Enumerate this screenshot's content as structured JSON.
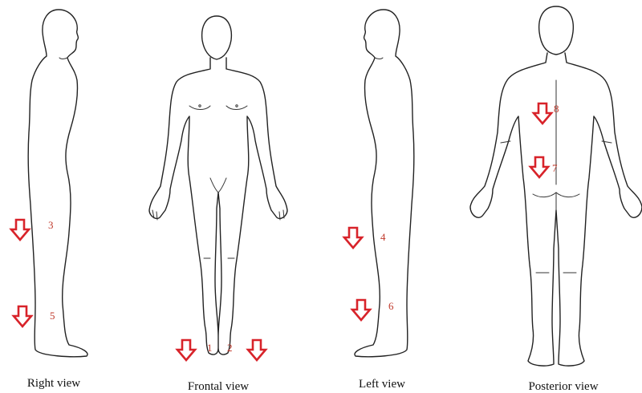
{
  "colors": {
    "arrow": "#d8232a",
    "marker_text": "#c0392b",
    "outline": "#222222"
  },
  "views": [
    {
      "id": "right",
      "caption": "Right view"
    },
    {
      "id": "frontal",
      "caption": "Frontal view"
    },
    {
      "id": "left",
      "caption": "Left view"
    },
    {
      "id": "posterior",
      "caption": "Posterior view"
    }
  ],
  "markers": [
    {
      "label": "1",
      "view": "frontal",
      "icon": "down-arrow-icon"
    },
    {
      "label": "2",
      "view": "frontal",
      "icon": "down-arrow-icon"
    },
    {
      "label": "3",
      "view": "right",
      "icon": "down-arrow-icon"
    },
    {
      "label": "4",
      "view": "left",
      "icon": "down-arrow-icon"
    },
    {
      "label": "5",
      "view": "right",
      "icon": "down-arrow-icon"
    },
    {
      "label": "6",
      "view": "left",
      "icon": "down-arrow-icon"
    },
    {
      "label": "7",
      "view": "posterior",
      "icon": "down-arrow-icon"
    },
    {
      "label": "8",
      "view": "posterior",
      "icon": "down-arrow-icon"
    }
  ]
}
